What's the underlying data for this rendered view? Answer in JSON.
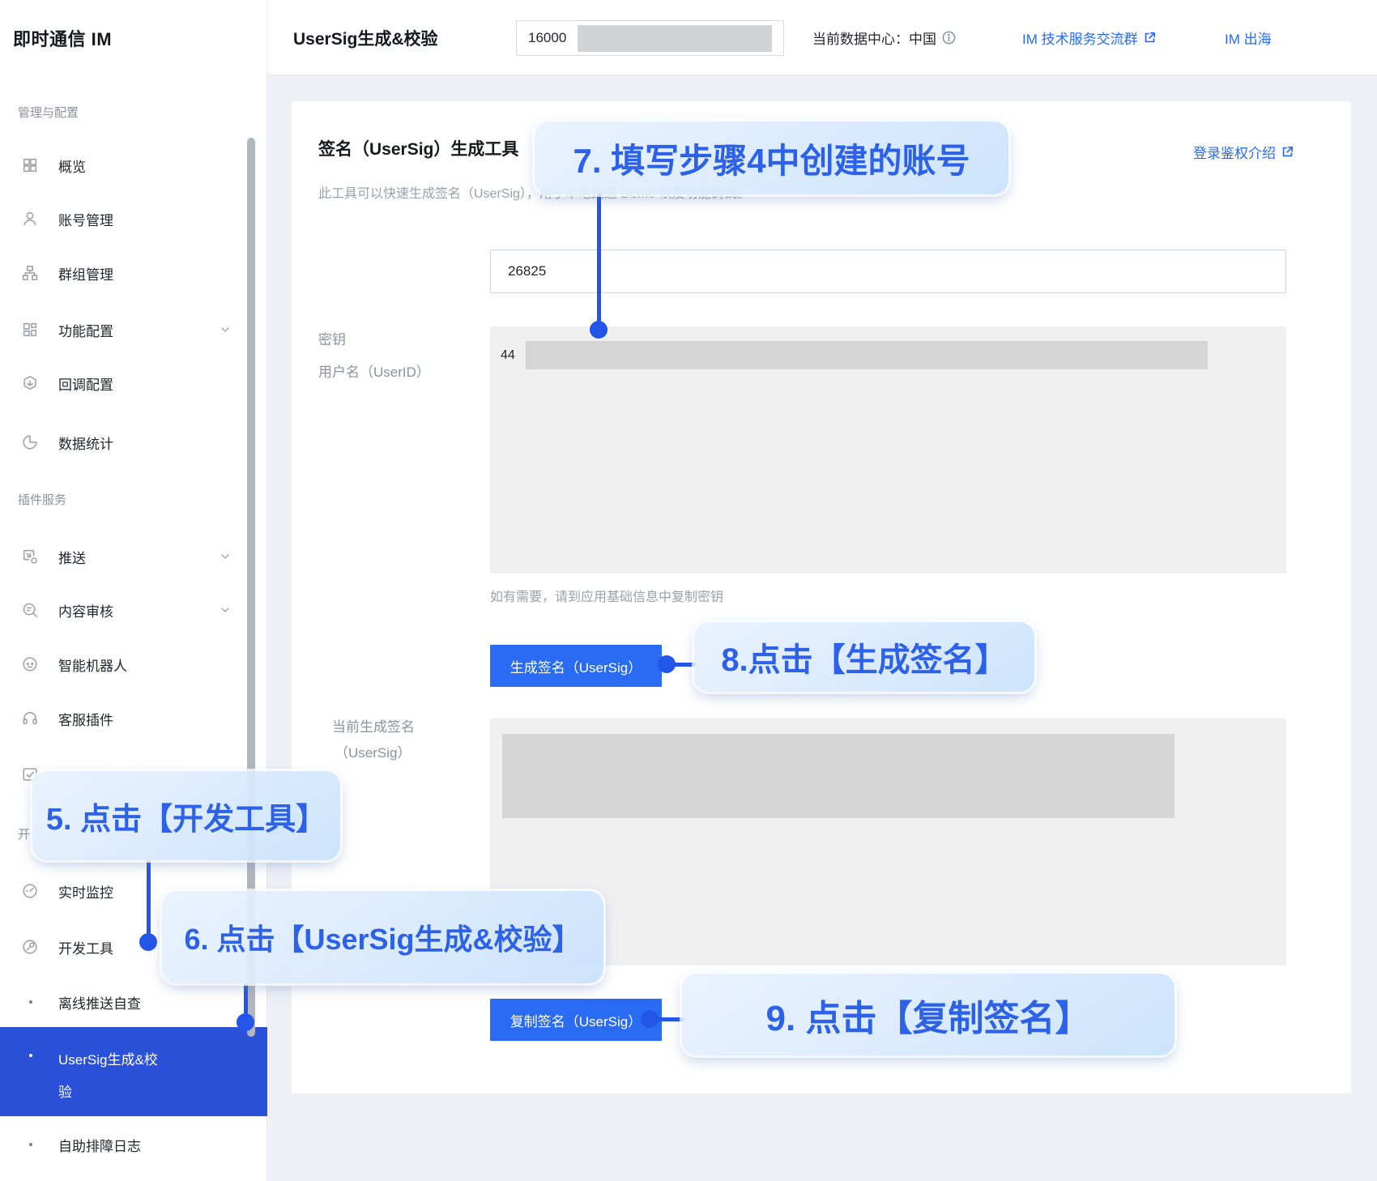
{
  "header": {
    "product": "即时通信 IM",
    "page_title": "UserSig生成&校验",
    "appid_prefix": "16000",
    "datacenter_label": "当前数据中心：中国",
    "link_support_group": "IM 技术服务交流群",
    "link_overseas": "IM 出海"
  },
  "sidebar": {
    "section_manage": "管理与配置",
    "overview": "概览",
    "account": "账号管理",
    "group": "群组管理",
    "feature": "功能配置",
    "callback": "回调配置",
    "stats": "数据统计",
    "section_plugins": "插件服务",
    "push": "推送",
    "moderation": "内容审核",
    "robot": "智能机器人",
    "service": "客服插件",
    "hidden_item_label": "",
    "section_dev_partial": "开",
    "monitor": "实时监控",
    "devtools": "开发工具",
    "offline_check": "离线推送自查",
    "usersig_line1": "UserSig生成&校",
    "usersig_line2": "验",
    "self_log": "自助排障日志"
  },
  "main": {
    "title": "签名（UserSig）生成工具",
    "auth_link": "登录鉴权介绍",
    "desc": "此工具可以快速生成签名（UserSig），用于本地跑通 Demo 以及功能调试。",
    "userid_label": "用户名（UserID）",
    "userid_value": "26825",
    "key_label": "密钥",
    "key_prefix": "44",
    "key_hint": "如有需要，请到应用基础信息中复制密钥",
    "generate_btn": "生成签名（UserSig）",
    "current_sig_label_1": "当前生成签名",
    "current_sig_label_2": "（UserSig）",
    "copy_btn": "复制签名（UserSig）"
  },
  "callouts": {
    "step5": "5. 点击【开发工具】",
    "step6": "6. 点击【UserSig生成&校验】",
    "step7": "7. 填写步骤4中创建的账号",
    "step8": "8.点击【生成签名】",
    "step9": "9. 点击【复制签名】"
  },
  "colors": {
    "primary_button": "#2A6BF3",
    "sidebar_active": "#2B51D8",
    "link_blue": "#2A6AF2",
    "callout_text": "#2D62E8",
    "connector_blue": "#2356E8",
    "panel_gray": "#F0F0F1",
    "redaction_gray": "#D5D5D6"
  }
}
